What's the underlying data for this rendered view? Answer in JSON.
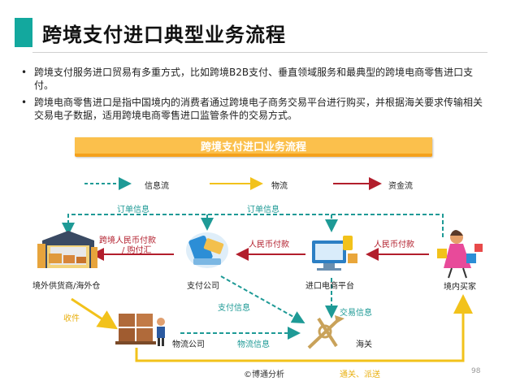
{
  "header": {
    "title": "跨境支付进口典型业务流程"
  },
  "bullets": [
    {
      "text": "跨境支付服务进口贸易有多重方式，比如跨境B2B支付、垂直领域服务和最典型的跨境电商零售进口支付。"
    },
    {
      "text": "跨境电商零售进口是指中国境内的消费者通过跨境电子商务交易平台进行购买，并根据海关要求传输相关交易电子数据，适用跨境电商零售进口监管条件的交易方式。"
    }
  ],
  "diagram": {
    "banner": "跨境支付进口业务流程",
    "legend": {
      "info": "信息流",
      "logistics": "物流",
      "funds": "资金流"
    },
    "nodes": {
      "supplier": "境外供货商/海外仓",
      "payment": "支付公司",
      "platform": "进口电商平台",
      "buyer": "境内买家",
      "logistics": "物流公司",
      "customs": "海关"
    },
    "edges": {
      "order_info_left": "订单信息",
      "order_info_right": "订单信息",
      "pay_supplier_1": "跨境人民币付款",
      "pay_supplier_2": "/ 购付汇",
      "rmb_pay_mid": "人民币付款",
      "rmb_pay_right": "人民币付款",
      "pay_info": "支付信息",
      "trade_info": "交易信息",
      "logistics_info": "物流信息",
      "receive": "收件",
      "clearance": "通关、派送"
    },
    "colors": {
      "teal": "#1e9a96",
      "red": "#b21e2c",
      "gold": "#f2c21b",
      "banner": "#fbc04c"
    }
  },
  "footer": {
    "copyright": "©博通分析",
    "page": "98"
  }
}
